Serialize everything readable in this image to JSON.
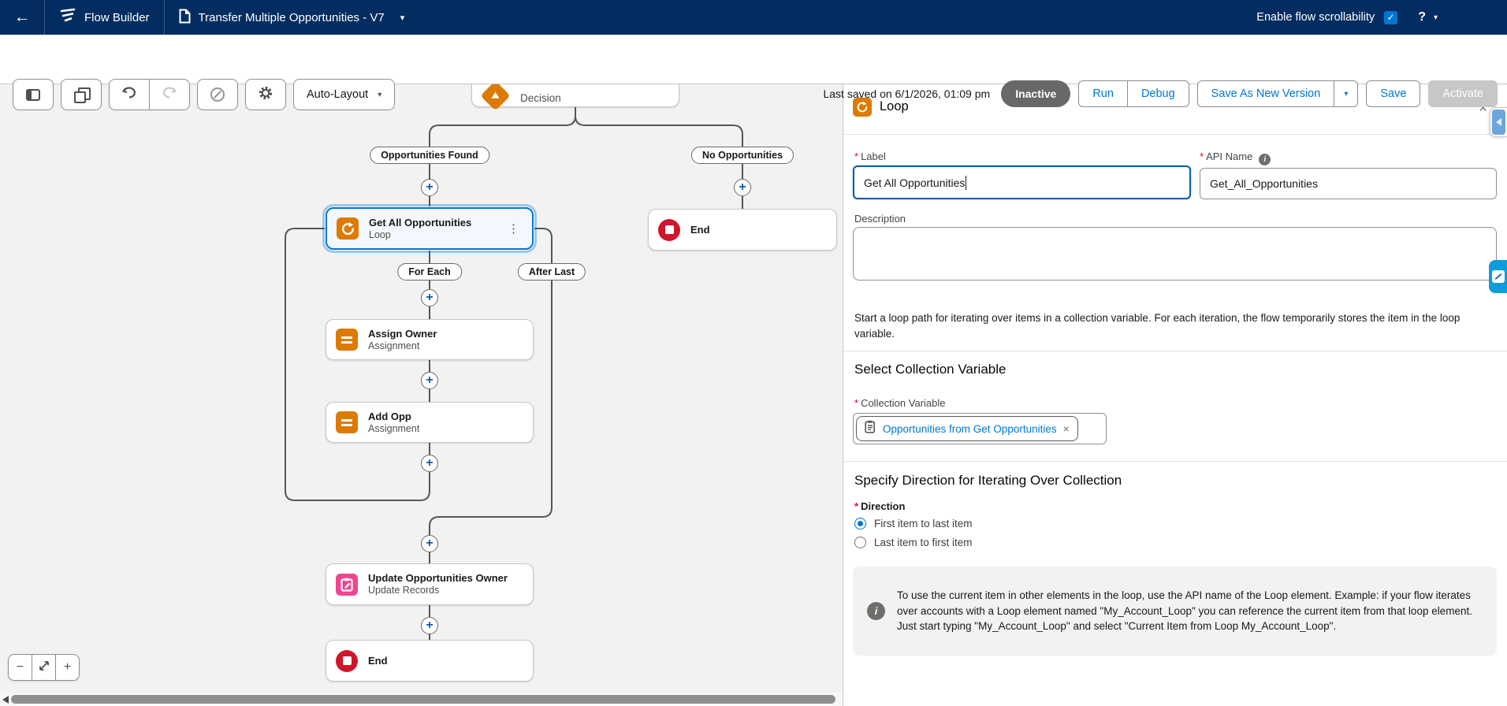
{
  "icons": {
    "back": "←",
    "caret": "▾",
    "check": "✓",
    "help": "?",
    "plus": "+",
    "minus": "−",
    "dots": "⋮",
    "close": "×",
    "info": "i",
    "required": "*"
  },
  "nav": {
    "app_title": "Flow Builder",
    "flow_title": "Transfer Multiple Opportunities - V7",
    "scrollability_label": "Enable flow scrollability"
  },
  "toolbar": {
    "layout_mode": "Auto-Layout",
    "last_saved": "Last saved on 6/1/2026, 01:09 pm",
    "status_badge": "Inactive",
    "run": "Run",
    "debug": "Debug",
    "save_as_new_version": "Save As New Version",
    "save": "Save",
    "activate": "Activate"
  },
  "canvas": {
    "branches": {
      "left": "Opportunities Found",
      "right": "No Opportunities",
      "for_each": "For Each",
      "after_last": "After Last"
    },
    "nodes": {
      "decision": {
        "label": "Decision"
      },
      "loop": {
        "title": "Get All Opportunities",
        "subtitle": "Loop"
      },
      "end_right": {
        "title": "End"
      },
      "assign_owner": {
        "title": "Assign Owner",
        "subtitle": "Assignment"
      },
      "add_opp": {
        "title": "Add Opp",
        "subtitle": "Assignment"
      },
      "update_owner": {
        "title": "Update Opportunities Owner",
        "subtitle": "Update Records"
      },
      "end_bottom": {
        "title": "End"
      }
    }
  },
  "panel": {
    "title": "Loop",
    "label_field": {
      "label": "Label",
      "value": "Get All Opportunities"
    },
    "api_field": {
      "label": "API Name",
      "value": "Get_All_Opportunities"
    },
    "description_label": "Description",
    "help_text": "Start a loop path for iterating over items in a collection variable. For each iteration, the flow temporarily stores the item in the loop variable.",
    "collection_section_title": "Select Collection Variable",
    "collection_label": "Collection Variable",
    "collection_value": "Opportunities from Get Opportunities",
    "direction_section_title": "Specify Direction for Iterating Over Collection",
    "direction_label": "Direction",
    "direction_options": [
      "First item to last item",
      "Last item to first item"
    ],
    "info_text": "To use the current item in other elements in the loop, use the API name of the Loop element. Example: if your flow iterates over accounts with a Loop element named \"My_Account_Loop\" you can reference the current item from that loop element. Just start typing \"My_Account_Loop\" and select \"Current Item from Loop My_Account_Loop\"."
  },
  "colors": {
    "accent_blue": "#0176d3",
    "nav_navy": "#032d60",
    "element_orange": "#dd7a01",
    "element_pink": "#f0458f",
    "end_red": "#cf162b"
  }
}
